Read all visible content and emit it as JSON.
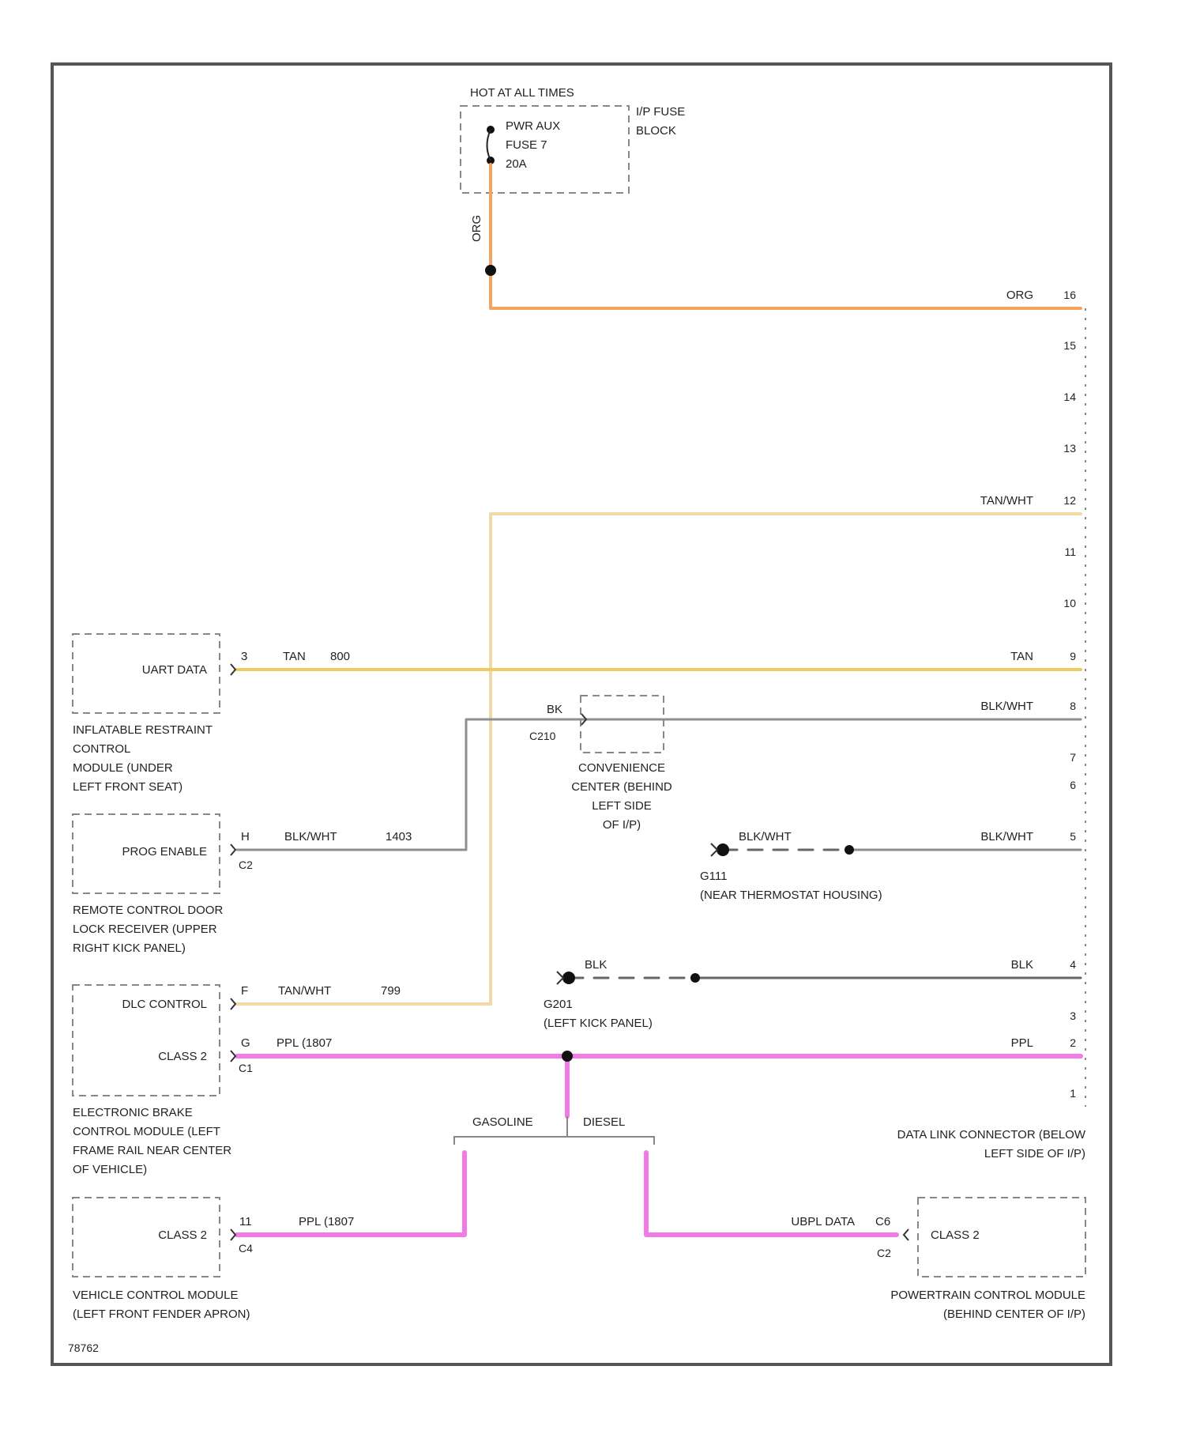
{
  "colors": {
    "orange": "#f5a45f",
    "tan_white": "#f0d9a6",
    "tan": "#eccb63",
    "black_white": "#8f8f8f",
    "black": "#666666",
    "purple": "#f27ae6"
  },
  "fuse": {
    "header": "HOT AT ALL TIMES",
    "line1": "PWR AUX",
    "line2": "FUSE 7",
    "line3": "20A",
    "block_line1": "I/P FUSE",
    "block_line2": "BLOCK",
    "wire_label": "ORG"
  },
  "dlc": {
    "pins": [
      "16",
      "15",
      "14",
      "13",
      "12",
      "11",
      "10",
      "9",
      "8",
      "7",
      "6",
      "5",
      "4",
      "3",
      "2",
      "1"
    ],
    "label_line1": "DATA LINK CONNECTOR (BELOW",
    "label_line2": "LEFT SIDE OF I/P)"
  },
  "wires": {
    "pin16_color": "ORG",
    "pin12_color": "TAN/WHT",
    "pin9_color": "TAN",
    "pin8_color": "BLK/WHT",
    "pin5_color": "BLK/WHT",
    "pin4_color": "BLK",
    "pin2_color": "PPL"
  },
  "irc": {
    "box_label": "UART DATA",
    "pin": "3",
    "wire_color": "TAN",
    "circuit": "800",
    "label": [
      "INFLATABLE RESTRAINT",
      "CONTROL",
      "MODULE (UNDER",
      "LEFT FRONT SEAT)"
    ]
  },
  "rcdlr": {
    "box_label": "PROG ENABLE",
    "pin": "H",
    "connector": "C2",
    "wire_color": "BLK/WHT",
    "circuit": "1403",
    "label": [
      "REMOTE CONTROL DOOR",
      "LOCK RECEIVER (UPPER",
      "RIGHT KICK PANEL)"
    ]
  },
  "conv": {
    "wire_color": "BK",
    "connector": "C210",
    "label": [
      "CONVENIENCE",
      "CENTER (BEHIND",
      "LEFT SIDE",
      "OF I/P)"
    ]
  },
  "ground_g111": {
    "wire_color": "BLK/WHT",
    "id": "G111",
    "label": "(NEAR THERMOSTAT HOUSING)"
  },
  "ground_g201": {
    "wire_color": "BLK",
    "id": "G201",
    "label": "(LEFT KICK PANEL)"
  },
  "ebcm": {
    "row1_label": "DLC CONTROL",
    "row1_pin": "F",
    "row1_wire": "TAN/WHT",
    "row1_circuit": "799",
    "row2_label": "CLASS 2",
    "row2_pin": "G",
    "row2_wire": "PPL (1807",
    "connector": "C1",
    "label": [
      "ELECTRONIC BRAKE",
      "CONTROL MODULE (LEFT",
      "FRAME RAIL NEAR CENTER",
      "OF VEHICLE)"
    ]
  },
  "branch": {
    "left": "GASOLINE",
    "right": "DIESEL"
  },
  "vcm": {
    "box_label": "CLASS 2",
    "pin": "11",
    "connector": "C4",
    "wire": "PPL (1807",
    "label": [
      "VEHICLE CONTROL MODULE",
      "(LEFT FRONT FENDER APRON)"
    ]
  },
  "pcm": {
    "box_label": "CLASS 2",
    "pin": "C6",
    "connector": "C2",
    "wire": "UBPL DATA",
    "label": [
      "POWERTRAIN CONTROL MODULE",
      "(BEHIND CENTER OF I/P)"
    ]
  },
  "footer_code": "78762"
}
